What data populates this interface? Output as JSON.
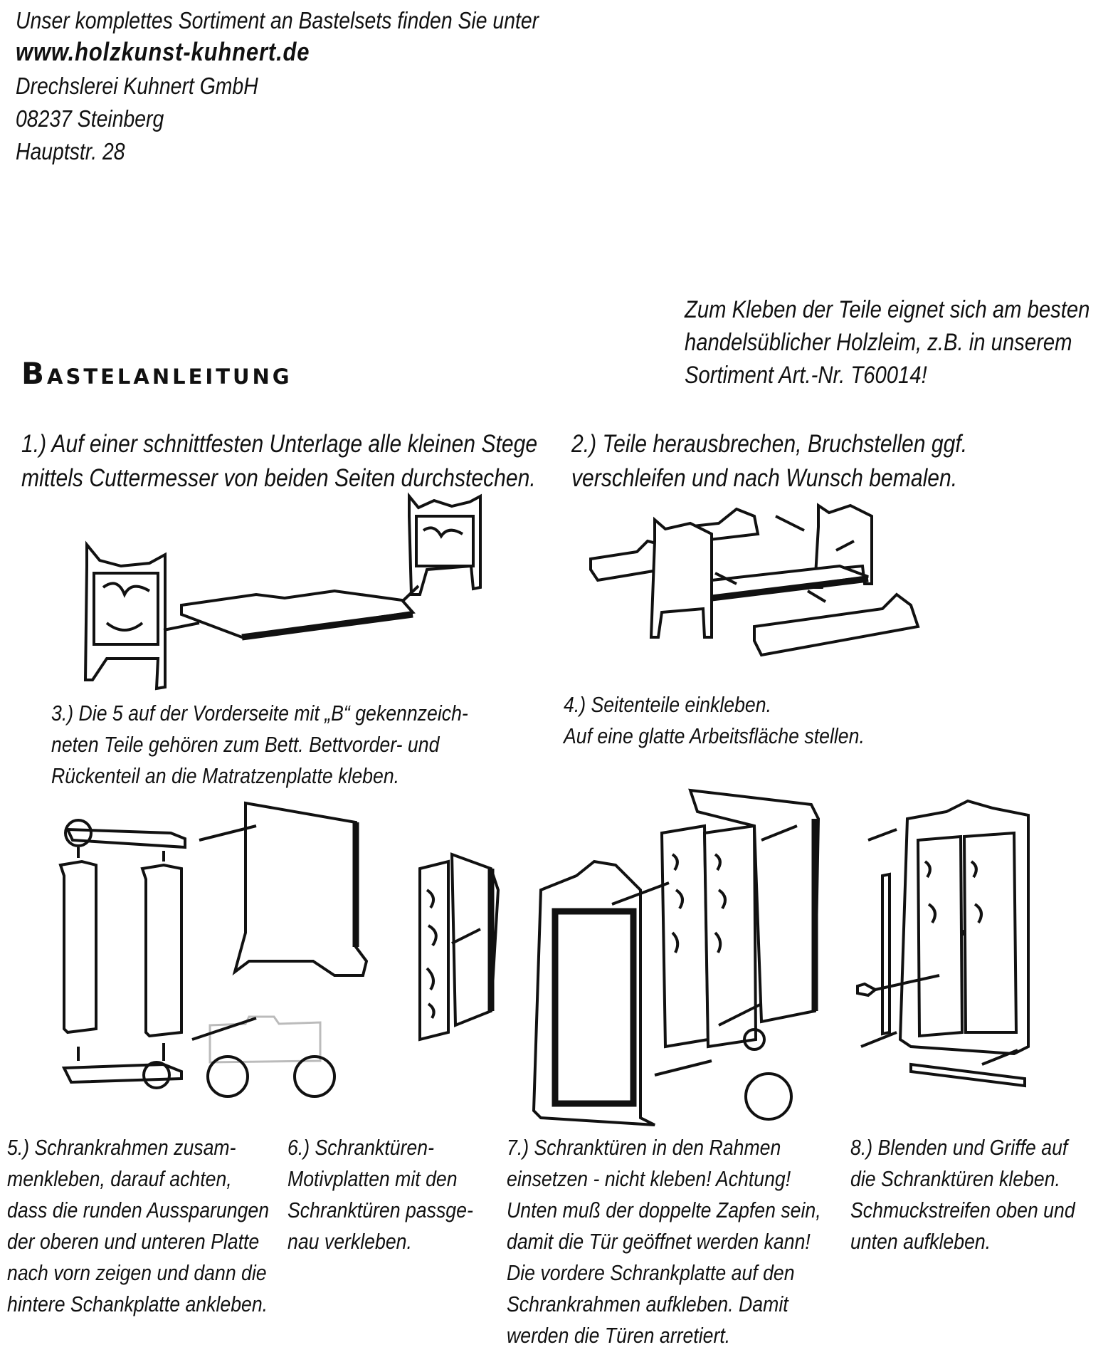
{
  "header": {
    "intro": "Unser komplettes Sortiment an Bastelsets finden Sie unter",
    "url": "www.holzkunst-kuhnert.de",
    "company": "Drechslerei Kuhnert GmbH",
    "city": "08237 Steinberg",
    "street": "Hauptstr. 28"
  },
  "glue_note": {
    "lines": [
      "Zum Kleben der Teile eignet sich am besten",
      "handelsüblicher Holzleim, z.B. in unserem",
      "Sortiment Art.-Nr. T60014!"
    ]
  },
  "title": "Bastelanleitung",
  "steps": [
    {
      "lines": [
        "1.) Auf einer schnittfesten Unterlage alle kleinen Stege",
        "mittels Cuttermesser von beiden Seiten durchstechen."
      ]
    },
    {
      "lines": [
        "2.) Teile herausbrechen, Bruchstellen ggf.",
        "verschleifen und nach Wunsch bemalen."
      ]
    },
    {
      "lines": [
        "3.) Die 5  auf der Vorderseite mit „B“ gekennzeich-",
        "neten Teile gehören zum Bett. Bettvorder- und",
        "Rückenteil an die Matratzenplatte kleben."
      ]
    },
    {
      "lines": [
        "4.) Seitenteile einkleben.",
        "Auf eine glatte Arbeitsfläche stellen."
      ]
    },
    {
      "lines": [
        "5.) Schrankrahmen zusam-",
        "menkleben, darauf achten,",
        "dass die runden Aussparungen",
        "der oberen und unteren Platte",
        "nach vorn zeigen und dann die",
        "hintere Schankplatte ankleben."
      ]
    },
    {
      "lines": [
        "6.) Schranktüren-",
        "Motivplatten mit den",
        "Schranktüren passge-",
        "nau verkleben."
      ]
    },
    {
      "lines": [
        "7.) Schranktüren in den Rahmen",
        "einsetzen - nicht kleben! Achtung!",
        "Unten muß der doppelte Zapfen sein,",
        "damit die Tür geöffnet werden kann!",
        "Die vordere Schrankplatte  auf den",
        "Schrankrahmen aufkleben. Damit",
        "werden die Türen arretiert."
      ]
    },
    {
      "lines": [
        "8.) Blenden und Griffe auf",
        "die Schranktüren kleben.",
        "Schmuckstreifen oben und",
        "unten aufkleben."
      ]
    }
  ]
}
